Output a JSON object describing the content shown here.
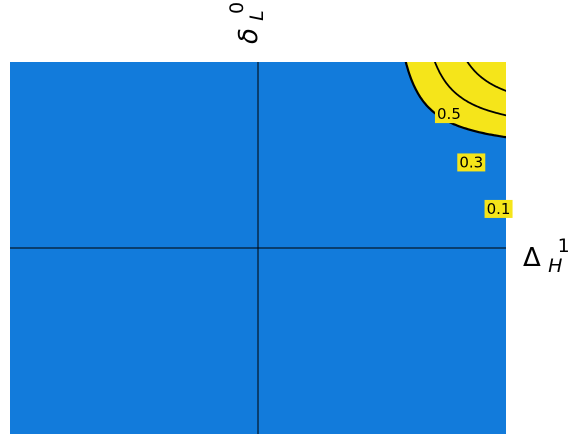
{
  "chart_data": {
    "type": "contour",
    "x_axis_label": {
      "main": "Δ",
      "sub": "H",
      "sup": "1"
    },
    "y_axis_label": {
      "main": "δ",
      "sub": "L",
      "sup": "0"
    },
    "x_range": [
      -1,
      1
    ],
    "y_range": [
      -1,
      1
    ],
    "colors": {
      "background": "#127bdb",
      "filled_region": "#f5e51a",
      "contour_line": "#000000",
      "axis_line": "#000000"
    },
    "contour_levels": [
      0,
      0.1,
      0.2,
      0.3,
      0.4,
      0.5,
      0.6,
      0.7
    ],
    "contour_labels": [
      {
        "text": "0.1",
        "x": 0.97,
        "y": 0.21
      },
      {
        "text": "0.3",
        "x": 0.86,
        "y": 0.46
      },
      {
        "text": "0.5",
        "x": 0.77,
        "y": 0.72
      }
    ]
  }
}
